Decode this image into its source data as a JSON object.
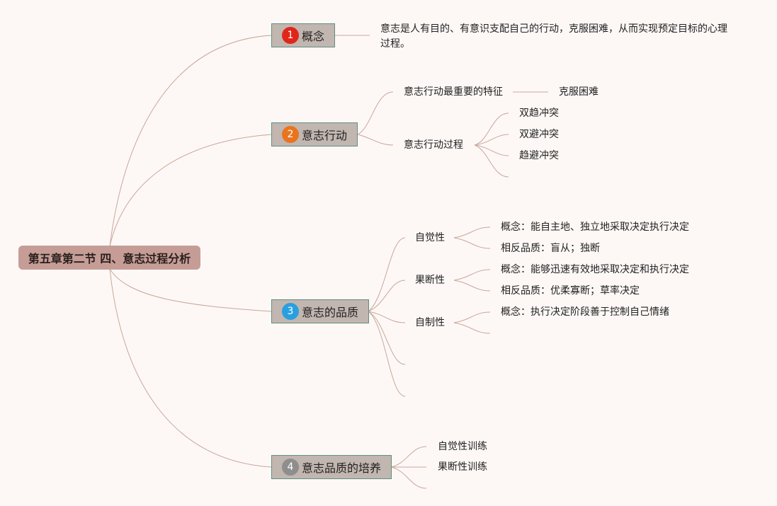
{
  "root": {
    "label": "第五章第二节 四、意志过程分析"
  },
  "branches": [
    {
      "number": "1",
      "label": "概念",
      "badge_color": "#e0261b",
      "items": [
        {
          "text": "意志是人有目的、有意识支配自己的行动，克服困难，从而实现预定目标的心理过程。"
        }
      ]
    },
    {
      "number": "2",
      "label": "意志行动",
      "badge_color": "#e9741f",
      "items": [
        {
          "text": "意志行动最重要的特征",
          "children": [
            "克服困难"
          ]
        },
        {
          "text": "意志行动过程",
          "children": [
            "双趋冲突",
            "双避冲突",
            "趋避冲突"
          ]
        }
      ]
    },
    {
      "number": "3",
      "label": "意志的品质",
      "badge_color": "#2a9fe0",
      "items": [
        {
          "text": "自觉性",
          "children": [
            "概念：能自主地、独立地采取决定执行决定",
            "相反品质：盲从；独断"
          ]
        },
        {
          "text": "果断性",
          "children": [
            "概念：能够迅速有效地采取决定和执行决定",
            "相反品质：优柔寡断；草率决定"
          ]
        },
        {
          "text": "自制性",
          "children": [
            "概念：执行决定阶段善于控制自己情绪"
          ]
        }
      ]
    },
    {
      "number": "4",
      "label": "意志品质的培养",
      "badge_color": "#8e8e8e",
      "items": [
        {
          "text": "自觉性训练"
        },
        {
          "text": "果断性训练"
        }
      ]
    }
  ],
  "colors": {
    "background": "#fdf8f6",
    "connector": "#c9a79b",
    "root_fill": "#c69d96",
    "branch_fill": "#c2b6b0"
  }
}
